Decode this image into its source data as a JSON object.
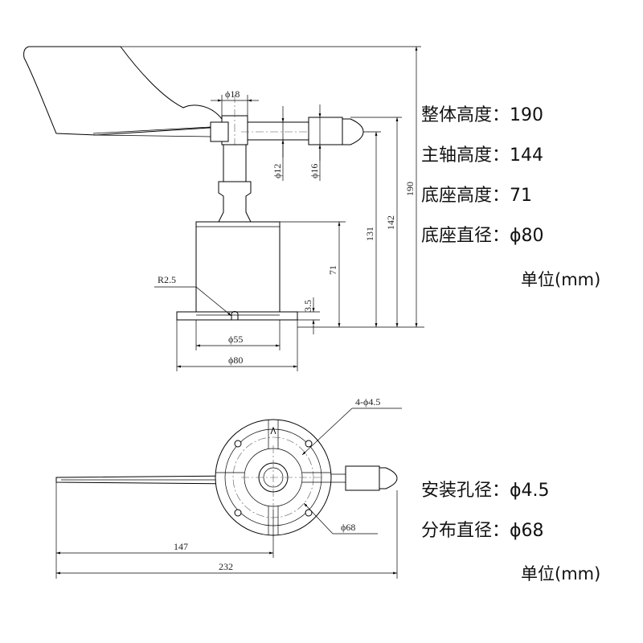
{
  "side_view": {
    "dimensions": {
      "shaft_diameter": "ϕ18",
      "rod_diameter": "ϕ12",
      "weight_diameter": "ϕ16",
      "radius": "R2.5",
      "base_inner_diameter": "ϕ55",
      "base_outer_diameter": "ϕ80",
      "base_thickness": "3.5",
      "base_height": "71",
      "height_131": "131",
      "height_142": "142",
      "total_height": "190"
    },
    "specs": [
      {
        "label": "整体高度：",
        "value": "190"
      },
      {
        "label": "主轴高度：",
        "value": "144"
      },
      {
        "label": "底座高度：",
        "value": "71"
      },
      {
        "label": "底座直径：",
        "value": "ϕ80"
      }
    ],
    "unit": "单位(mm)"
  },
  "top_view": {
    "dimensions": {
      "hole_pattern": "4-ϕ4.5",
      "circle_diameter": "ϕ68",
      "length_147": "147",
      "length_232": "232"
    },
    "specs": [
      {
        "label": "安装孔径：",
        "value": "ϕ4.5"
      },
      {
        "label": "分布直径：",
        "value": "ϕ68"
      }
    ],
    "unit": "单位(mm)"
  }
}
